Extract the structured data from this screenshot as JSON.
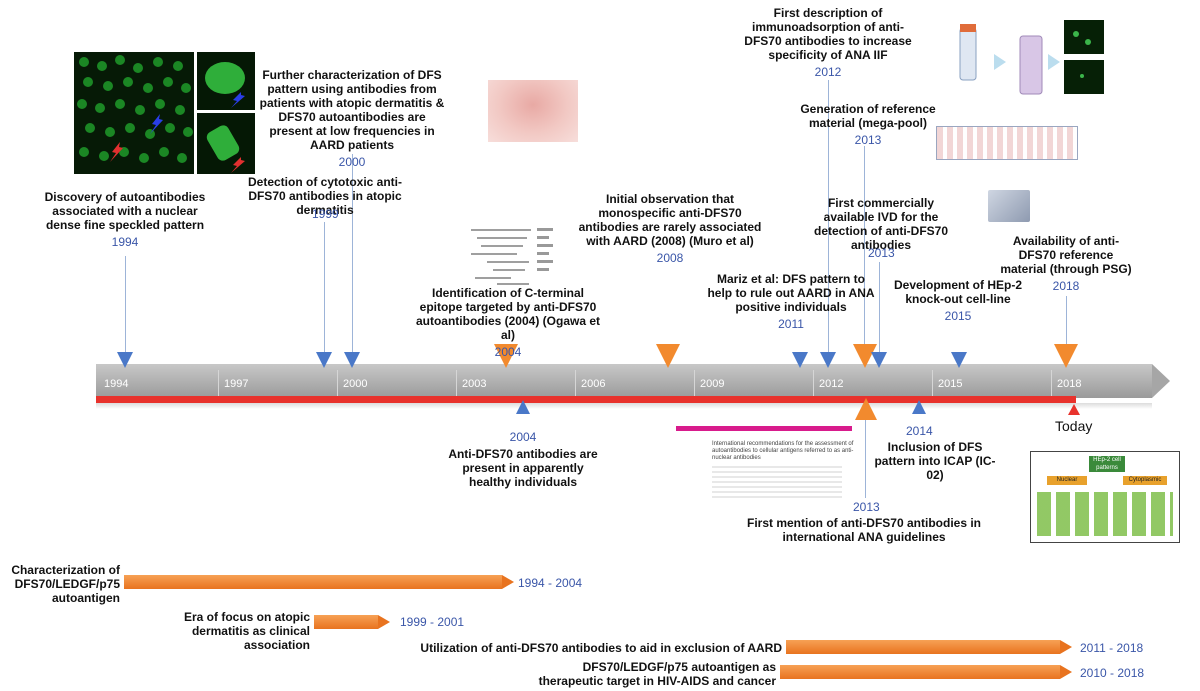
{
  "timeline": {
    "ticks": [
      "1994",
      "1997",
      "2000",
      "2003",
      "2006",
      "2009",
      "2012",
      "2015",
      "2018"
    ],
    "today_label": "Today"
  },
  "events_top": [
    {
      "text": "Discovery of autoantibodies associated with a nuclear dense fine speckled pattern",
      "year": "1994"
    },
    {
      "text": "Detection of cytotoxic anti-DFS70 antibodies in atopic dermatitis",
      "year": "1999"
    },
    {
      "text": "Further characterization of DFS pattern using antibodies from patients with atopic dermatitis & DFS70 autoantibodies are present at low frequencies in AARD patients",
      "year": "2000"
    },
    {
      "text": "Identification of C-terminal epitope targeted by anti-DFS70 autoantibodies (2004) (Ogawa et al)",
      "year": "2004"
    },
    {
      "text": "Initial observation that monospecific anti-DFS70 antibodies are rarely associated with AARD (2008) (Muro et al)",
      "year": "2008"
    },
    {
      "text": "Mariz et al: DFS pattern to help to rule out AARD in ANA positive individuals",
      "year": "2011"
    },
    {
      "text": "First description of immunoadsorption of anti-DFS70 antibodies to increase specificity of ANA IIF",
      "year": "2012"
    },
    {
      "text": "Generation of reference material (mega-pool)",
      "year": "2013"
    },
    {
      "text": "First commercially available IVD for the detection of anti-DFS70 antibodies",
      "year": "2013"
    },
    {
      "text": "Development of HEp-2 knock-out cell-line",
      "year": "2015"
    },
    {
      "text": "Availability of anti-DFS70 reference material (through PSG)",
      "year": "2018"
    }
  ],
  "events_bottom": [
    {
      "text": "Anti-DFS70 antibodies are present in apparently healthy individuals",
      "year": "2004"
    },
    {
      "text": "Inclusion of DFS pattern into ICAP (IC-02)",
      "year": "2014"
    },
    {
      "text": "First mention of anti-DFS70 antibodies in international ANA guidelines",
      "year": "2013"
    }
  ],
  "eras": [
    {
      "label": "Characterization of DFS70/LEDGF/p75 autoantigen",
      "range": "1994 - 2004"
    },
    {
      "label": "Era of focus on atopic dermatitis as clinical association",
      "range": "1999 - 2001"
    },
    {
      "label": "Utilization of anti-DFS70 antibodies to aid in exclusion of AARD",
      "range": "2011 - 2018"
    },
    {
      "label": "DFS70/LEDGF/p75 autoantigen as therapeutic target in HIV-AIDS and cancer",
      "range": "2010 - 2018"
    }
  ],
  "thumbnails": {
    "icap_tree_root": "HEp-2 cell patterns",
    "icap_tree_left": "Nuclear",
    "icap_tree_right": "Cytoplasmic",
    "guideline_doc_title": "International recommendations for the assessment of autoantibodies to cellular antigens referred to as anti-nuclear antibodies"
  },
  "colors": {
    "axis": "#a6a6a6",
    "accent_red": "#e8322c",
    "marker_blue": "#4a78c8",
    "marker_orange": "#f28a2e",
    "year_text": "#3a56a8"
  }
}
